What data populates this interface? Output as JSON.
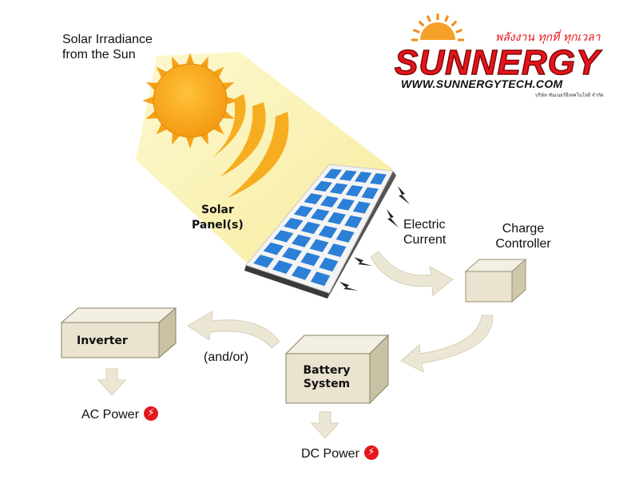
{
  "sun": {
    "label_line1": "Solar Irradiance",
    "label_line2": "from the Sun"
  },
  "panel": {
    "label_line1": "Solar",
    "label_line2": "Panel(s)"
  },
  "current": {
    "label_line1": "Electric",
    "label_line2": "Current"
  },
  "controller": {
    "label_line1": "Charge",
    "label_line2": "Controller"
  },
  "inverter": {
    "label": "Inverter"
  },
  "battery": {
    "label_line1": "Battery",
    "label_line2": "System"
  },
  "andor": {
    "label": "(and/or)"
  },
  "ac_output": {
    "label": "AC Power",
    "icon": "power-icon"
  },
  "dc_output": {
    "label": "DC Power",
    "icon": "power-icon"
  },
  "logo": {
    "brand": "SUNNERGY",
    "tagline": "พลังงาน ทุกที่ ทุกเวลา",
    "url": "WWW.SUNNERGYTECH.COM",
    "company": "บริษัท ซันเนอร์ยีเทคโนโลยี จำกัด"
  },
  "colors": {
    "sun": "#f5a21a",
    "beam": "#fbf3b4",
    "panel_cell": "#2c7fd6",
    "box_front": "#e9e3cf",
    "arrow": "#ece7d5",
    "logo_red": "#e8141b"
  }
}
